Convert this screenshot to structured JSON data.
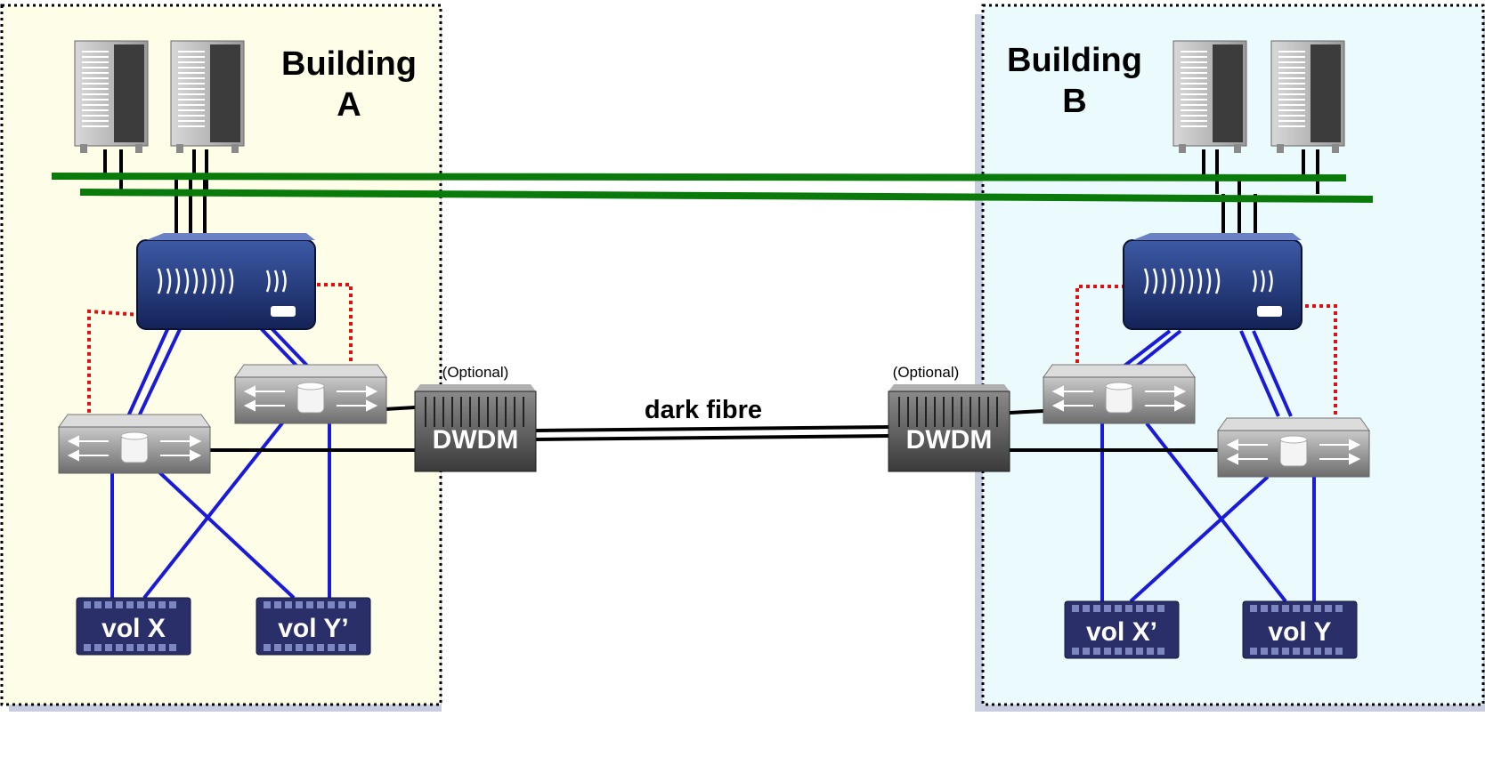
{
  "buildings": {
    "a": {
      "title": "Building",
      "letter": "A",
      "fill": "#fdfde8"
    },
    "b": {
      "title": "Building",
      "letter": "B",
      "fill": "#ebfbfd"
    }
  },
  "dwdm": {
    "left": {
      "label": "DWDM",
      "note": "(Optional)"
    },
    "right": {
      "label": "DWDM",
      "note": "(Optional)"
    }
  },
  "link": {
    "label": "dark fibre"
  },
  "volumes": {
    "a1": "vol X",
    "a2": "vol Y’",
    "b1": "vol X’",
    "b2": "vol Y"
  },
  "colors": {
    "lan": "#0a7a0a",
    "san": "#1a1adb",
    "heartbeat": "#e01010",
    "fibre": "#000000",
    "router": "#1e2f6e",
    "volume": "#2a2f6a"
  }
}
